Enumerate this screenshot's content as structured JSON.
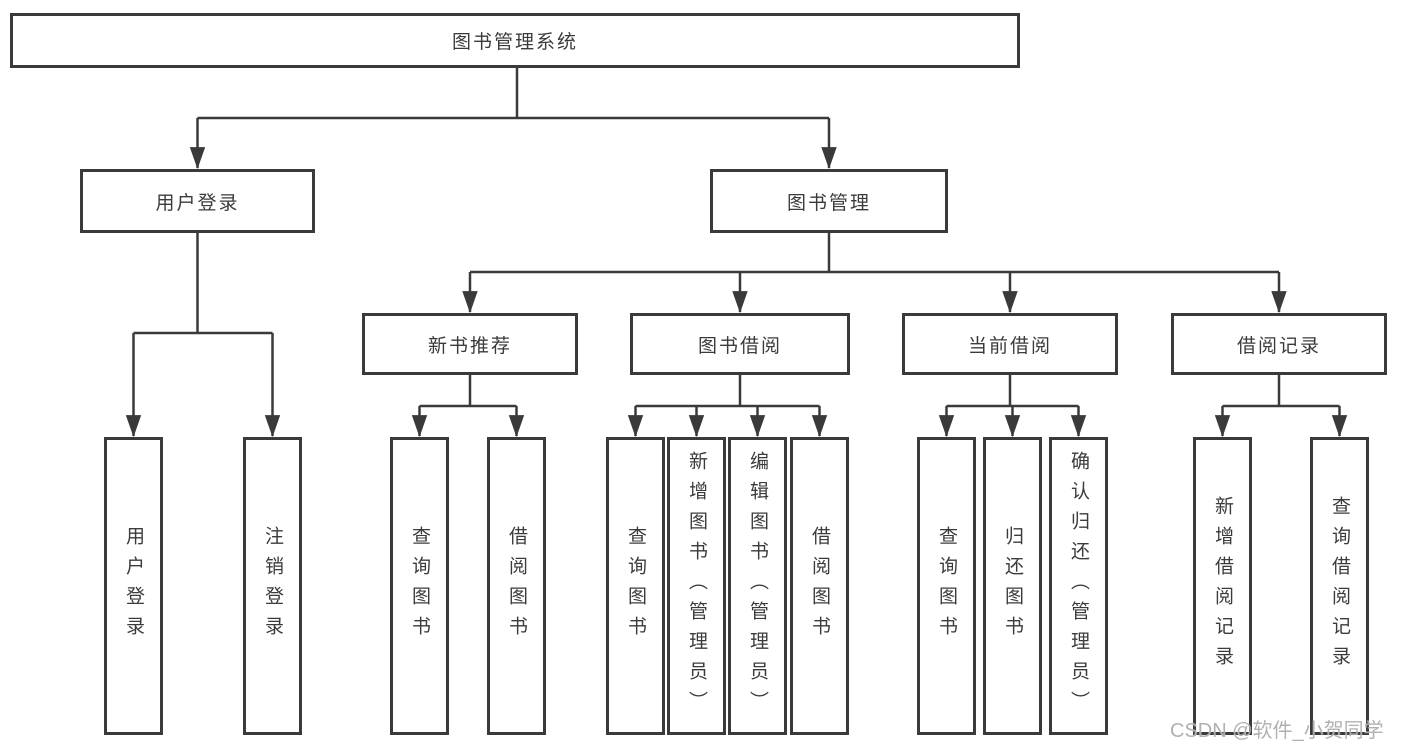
{
  "diagram": {
    "title": "图书管理系统",
    "level2": [
      {
        "label": "用户登录"
      },
      {
        "label": "图书管理"
      }
    ],
    "level3": [
      {
        "label": "新书推荐"
      },
      {
        "label": "图书借阅"
      },
      {
        "label": "当前借阅"
      },
      {
        "label": "借阅记录"
      }
    ],
    "leaves": {
      "user_login": [
        {
          "label": "用户登录"
        },
        {
          "label": "注销登录"
        }
      ],
      "new_book_recommend": [
        {
          "label": "查询图书"
        },
        {
          "label": "借阅图书"
        }
      ],
      "book_borrowing": [
        {
          "label": "查询图书"
        },
        {
          "label": "新增图书（管理员）"
        },
        {
          "label": "编辑图书（管理员）"
        },
        {
          "label": "借阅图书"
        }
      ],
      "current_borrowing": [
        {
          "label": "查询图书"
        },
        {
          "label": "归还图书"
        },
        {
          "label": "确认归还（管理员）"
        }
      ],
      "borrowing_records": [
        {
          "label": "新增借阅记录"
        },
        {
          "label": "查询借阅记录"
        }
      ]
    }
  },
  "watermark": "CSDN @软件_小贺同学",
  "colors": {
    "line": "#3a3a3a",
    "text": "#3b3b3b",
    "watermark": "#aaaaaa",
    "background": "#ffffff"
  }
}
